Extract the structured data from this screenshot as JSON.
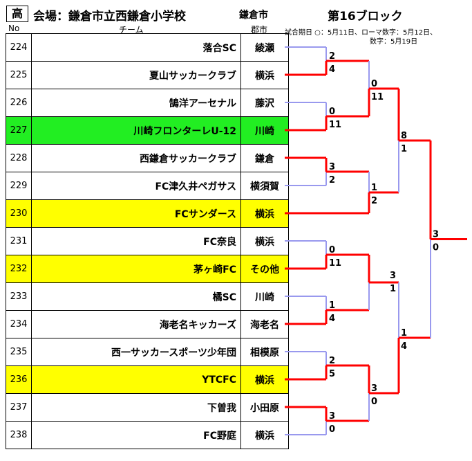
{
  "header": {
    "badge": "高",
    "venue": "会場：鎌倉市立西鎌倉小学校",
    "city": "鎌倉市",
    "block": "第16ブロック",
    "note_line1": "試合期日 ○：5月11日、ローマ数字：5月12日、",
    "note_line2": "数字：5月19日"
  },
  "columns": {
    "no": "No",
    "team": "チーム",
    "pref": "郡市"
  },
  "teams": [
    {
      "no": "224",
      "name": "落合SC",
      "pref": "綾瀬",
      "hl": ""
    },
    {
      "no": "225",
      "name": "夏山サッカークラブ",
      "pref": "横浜",
      "hl": ""
    },
    {
      "no": "226",
      "name": "鵠洋アーセナル",
      "pref": "藤沢",
      "hl": ""
    },
    {
      "no": "227",
      "name": "川崎フロンターレU-12",
      "pref": "川崎",
      "hl": "green"
    },
    {
      "no": "228",
      "name": "西鎌倉サッカークラブ",
      "pref": "鎌倉",
      "hl": ""
    },
    {
      "no": "229",
      "name": "FC津久井ペガサス",
      "pref": "横須賀",
      "hl": ""
    },
    {
      "no": "230",
      "name": "FCサンダース",
      "pref": "横浜",
      "hl": "yellow"
    },
    {
      "no": "231",
      "name": "FC奈良",
      "pref": "横浜",
      "hl": ""
    },
    {
      "no": "232",
      "name": "茅ヶ崎FC",
      "pref": "その他",
      "hl": "yellow"
    },
    {
      "no": "233",
      "name": "橘SC",
      "pref": "川崎",
      "hl": ""
    },
    {
      "no": "234",
      "name": "海老名キッカーズ",
      "pref": "海老名",
      "hl": ""
    },
    {
      "no": "235",
      "name": "西一サッカースポーツ少年団",
      "pref": "相模原",
      "hl": ""
    },
    {
      "no": "236",
      "name": "YTCFC",
      "pref": "横浜",
      "hl": "yellow"
    },
    {
      "no": "237",
      "name": "下曽我",
      "pref": "小田原",
      "hl": ""
    },
    {
      "no": "238",
      "name": "FC野庭",
      "pref": "横浜",
      "hl": ""
    }
  ],
  "scores": {
    "r1_224_225": [
      "2",
      "4"
    ],
    "r1_226_227": [
      "0",
      "11"
    ],
    "r1_228_229": [
      "3",
      "2"
    ],
    "r1_231_232": [
      "0",
      "11"
    ],
    "r1_233_234": [
      "1",
      "4"
    ],
    "r1_235_236": [
      "2",
      "5"
    ],
    "r1_237_238": [
      "3",
      "0"
    ],
    "r2_a": [
      "0",
      "11"
    ],
    "r2_b": [
      "1",
      "2"
    ],
    "r2_c": [
      "3",
      "1"
    ],
    "r2_d": [
      "3",
      "0"
    ],
    "r3_top": [
      "8",
      "1"
    ],
    "r3_bottom": [
      "1",
      "4"
    ],
    "final": [
      "3",
      "0"
    ]
  },
  "colors": {
    "win": "#ff0000",
    "lose": "#9999ee",
    "green": "#22ee22",
    "yellow": "#ffff00"
  }
}
